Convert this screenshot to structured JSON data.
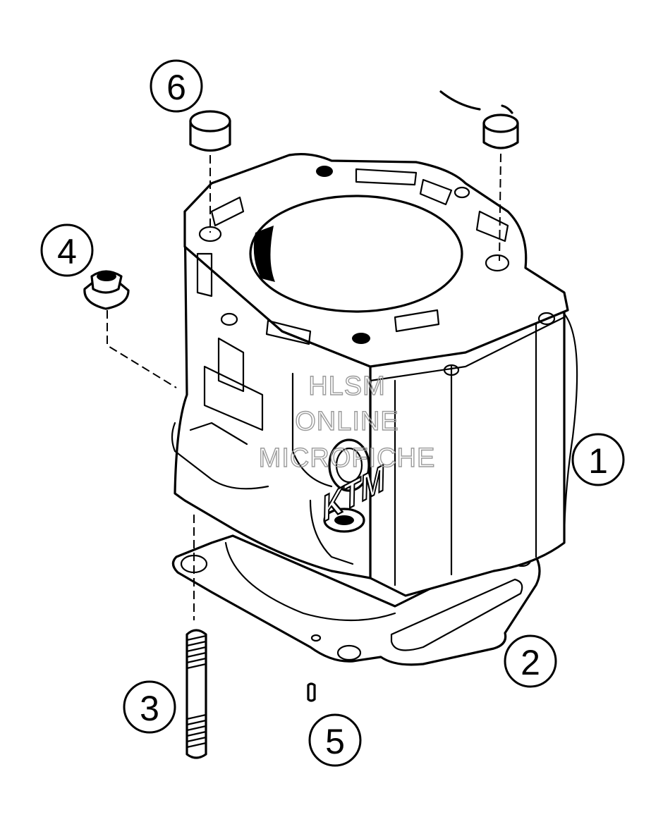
{
  "diagram": {
    "parts": [
      {
        "id": "cylinder",
        "label": "1"
      },
      {
        "id": "base-gasket",
        "label": "2"
      },
      {
        "id": "stud",
        "label": "3"
      },
      {
        "id": "nut",
        "label": "4"
      },
      {
        "id": "pin",
        "label": "5"
      },
      {
        "id": "dowel-sleeve",
        "label": "6"
      }
    ],
    "brand_marking": "KTM",
    "watermark": {
      "line1": "HLSM",
      "line2": "ONLINE",
      "line3": "MICROFICHE"
    }
  }
}
